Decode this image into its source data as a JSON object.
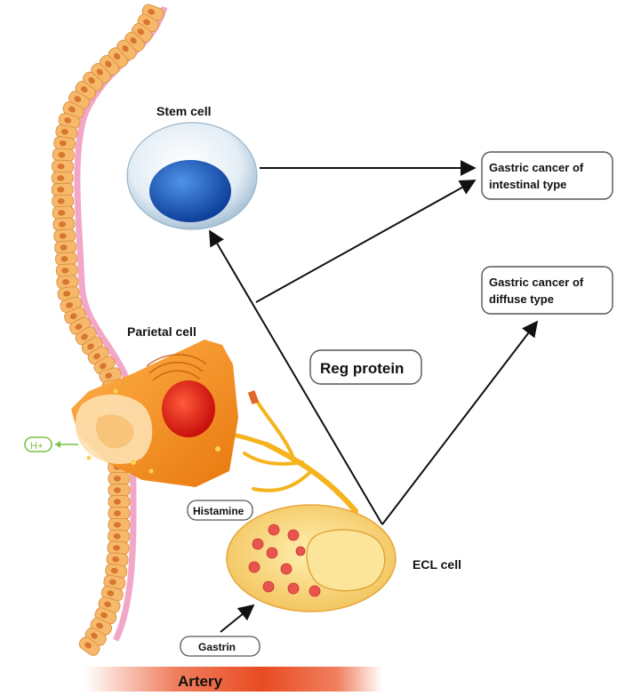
{
  "labels": {
    "stem_cell": "Stem cell",
    "parietal_cell": "Parietal cell",
    "ecl_cell": "ECL cell",
    "histamine": "Histamine",
    "gastrin": "Gastrin",
    "artery": "Artery",
    "h_plus": "H+",
    "reg_protein": "Reg protein"
  },
  "outcomes": {
    "intestinal": {
      "line1": "Gastric cancer of",
      "line2": "intestinal type"
    },
    "diffuse": {
      "line1": "Gastric cancer of",
      "line2": "diffuse type"
    }
  },
  "colors": {
    "epithelium_cell": "#f6b86a",
    "epithelium_nucleus": "#d8762e",
    "basement_membrane": "#f2a7c9",
    "stem_nucleus": "#1f63c6",
    "parietal_body": "#f08a1c",
    "parietal_nucleus": "#e0221a",
    "ecl_body": "#fbd97e",
    "ecl_granule": "#e8554e",
    "nerve": "#f5b41e",
    "artery": "#e8522a",
    "h_plus_green": "#7ac142",
    "arrow": "#111111"
  },
  "icons": {
    "arrow_head": "arrow-head-icon"
  }
}
